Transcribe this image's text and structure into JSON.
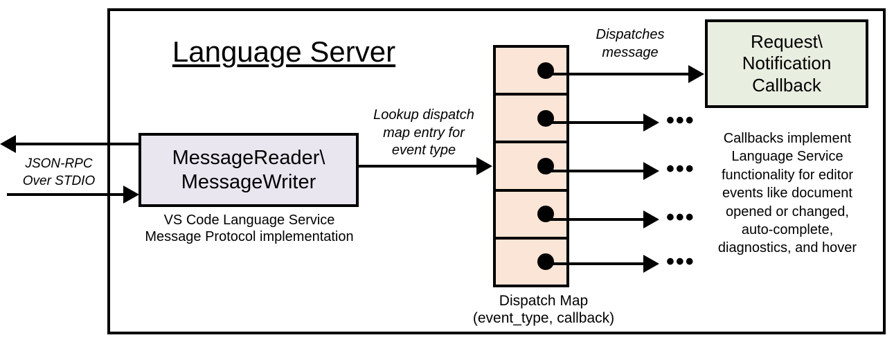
{
  "diagram": {
    "title": "Language Server",
    "frame_label": "language-server-boundary"
  },
  "external_io": {
    "label": "JSON-RPC\nOver STDIO",
    "outbound_arrow": "arrow-left-out",
    "inbound_arrow": "arrow-right-in"
  },
  "message_io": {
    "box_label": "MessageReader\\\nMessageWriter",
    "caption": "VS Code Language Service\nMessage Protocol implementation",
    "fill": "#EAE6F0"
  },
  "lookup_edge": {
    "label": "Lookup dispatch\nmap entry for\nevent type"
  },
  "dispatch_map": {
    "caption": "Dispatch Map\n(event_type, callback)",
    "fill": "#FBE5D6",
    "rows": [
      {
        "index": 1,
        "dot": "callback-dot"
      },
      {
        "index": 2,
        "dot": "callback-dot"
      },
      {
        "index": 3,
        "dot": "callback-dot"
      },
      {
        "index": 4,
        "dot": "callback-dot"
      },
      {
        "index": 5,
        "dot": "callback-dot"
      }
    ]
  },
  "dispatch_edge": {
    "label": "Dispatches\nmessage"
  },
  "callback": {
    "box_label": "Request\\\nNotification\nCallback",
    "fill": "#E8EEE0",
    "caption": "Callbacks implement\nLanguage Service\nfunctionality for editor\nevents like document\nopened or changed,\nauto-complete,\ndiagnostics, and hover"
  },
  "ellipses": [
    {
      "index": 1,
      "text": "•••"
    },
    {
      "index": 2,
      "text": "•••"
    },
    {
      "index": 3,
      "text": "•••"
    },
    {
      "index": 4,
      "text": "•••"
    }
  ],
  "colors": {
    "stroke": "#000000",
    "background": "#FFFFFF",
    "lavender": "#EAE6F0",
    "peach": "#FBE5D6",
    "green": "#E8EEE0"
  }
}
